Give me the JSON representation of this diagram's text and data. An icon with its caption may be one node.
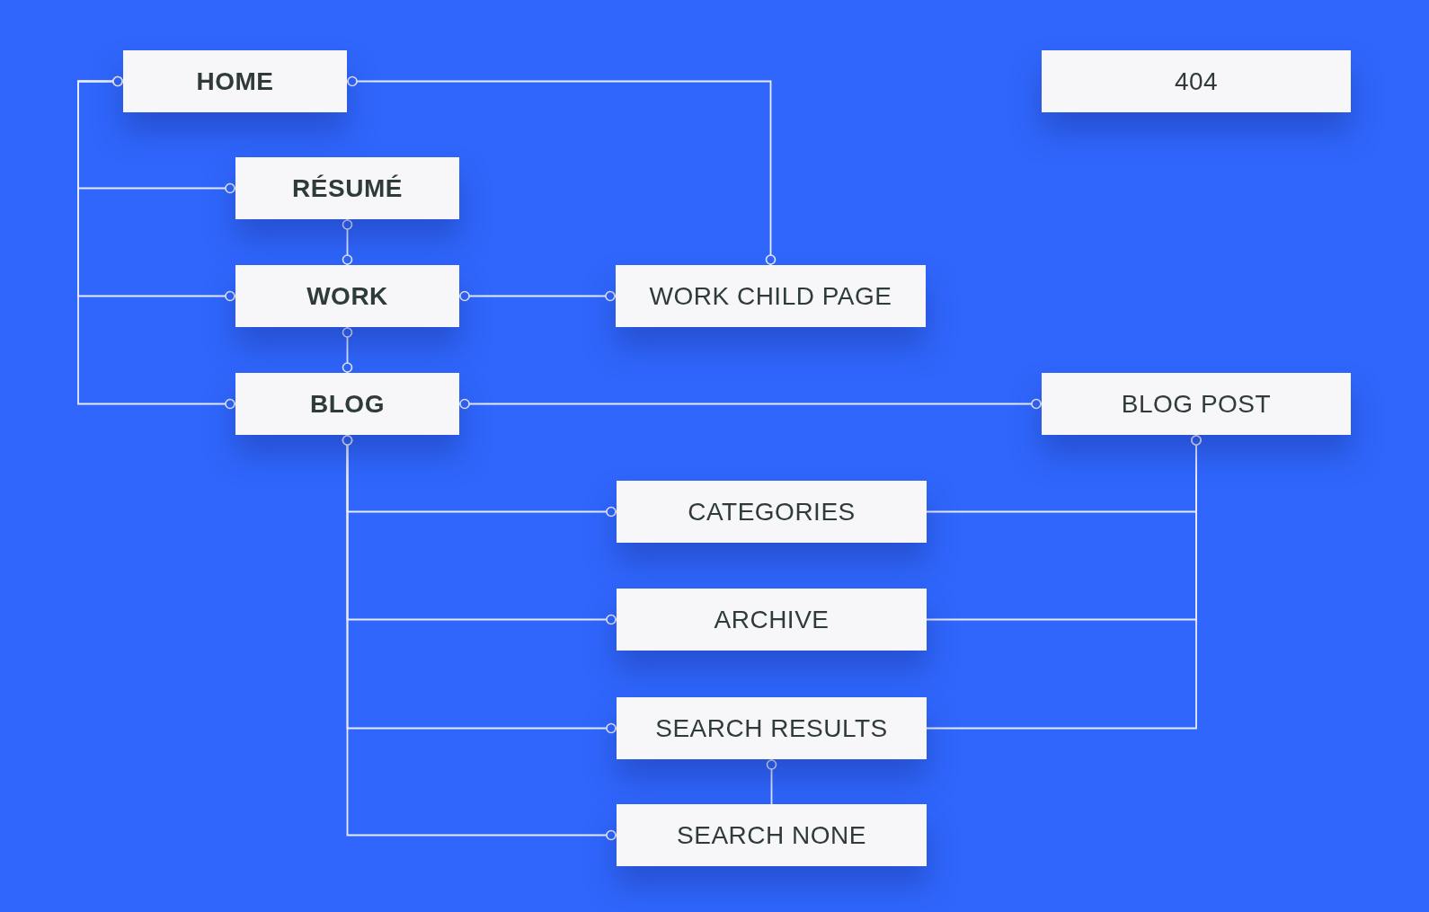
{
  "diagram": {
    "nodes": [
      {
        "text": [
          "HOME"
        ]
      },
      {
        "text": [
          "404"
        ]
      },
      {
        "text": [
          "RÉSUMÉ"
        ]
      },
      {
        "text": [
          "WORK"
        ]
      },
      {
        "text": [
          "WORK CHILD PAGE"
        ]
      },
      {
        "text": [
          "BLOG"
        ]
      },
      {
        "text": [
          "BLOG POST"
        ]
      },
      {
        "text": [
          "CATEGORIES"
        ]
      },
      {
        "text": [
          "ARCHIVE"
        ]
      },
      {
        "text": [
          "SEARCH RESULTS"
        ]
      },
      {
        "text": [
          "SEARCH NONE"
        ]
      }
    ],
    "edges": [
      {
        "from": 0,
        "to": 2,
        "arrow": "other"
      },
      {
        "from": 0,
        "to": 3,
        "arrow": "other"
      },
      {
        "from": 0,
        "to": 5,
        "arrow": "other"
      },
      {
        "from": 0,
        "to": 4,
        "arrow": "other"
      },
      {
        "from": 2,
        "to": 3,
        "arrow": "other"
      },
      {
        "from": 3,
        "to": 4,
        "arrow": "other"
      },
      {
        "from": 3,
        "to": 5,
        "arrow": "other"
      },
      {
        "from": 5,
        "to": 6,
        "arrow": "other"
      },
      {
        "from": 5,
        "to": 7,
        "arrow": "other"
      },
      {
        "from": 5,
        "to": 8,
        "arrow": "other"
      },
      {
        "from": 5,
        "to": 9,
        "arrow": "other"
      },
      {
        "from": 5,
        "to": 10,
        "arrow": "other"
      },
      {
        "from": 6,
        "to": 7,
        "arrow": "other"
      },
      {
        "from": 6,
        "to": 8,
        "arrow": "other"
      },
      {
        "from": 6,
        "to": 9,
        "arrow": "other"
      },
      {
        "from": 9,
        "to": 10,
        "arrow": "other"
      }
    ]
  }
}
